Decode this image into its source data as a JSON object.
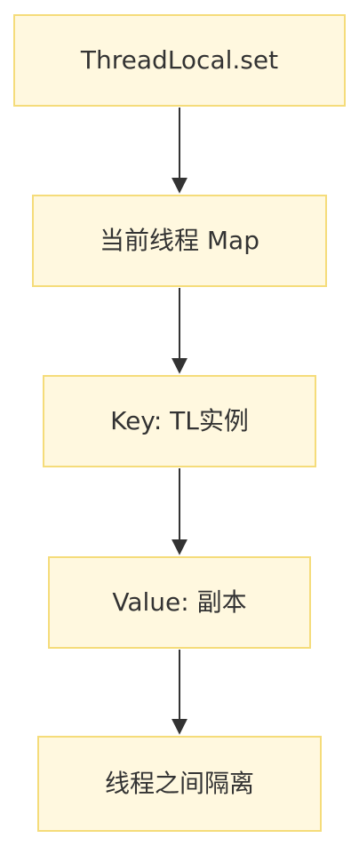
{
  "diagram": {
    "type": "flowchart",
    "direction": "top-to-bottom",
    "nodes": [
      {
        "id": "n1",
        "label": "ThreadLocal.set"
      },
      {
        "id": "n2",
        "label": "当前线程 Map"
      },
      {
        "id": "n3",
        "label": "Key: TL实例"
      },
      {
        "id": "n4",
        "label": "Value: 副本"
      },
      {
        "id": "n5",
        "label": "线程之间隔离"
      }
    ],
    "edges": [
      {
        "from": "n1",
        "to": "n2"
      },
      {
        "from": "n2",
        "to": "n3"
      },
      {
        "from": "n3",
        "to": "n4"
      },
      {
        "from": "n4",
        "to": "n5"
      }
    ],
    "colors": {
      "node_fill": "#fff8df",
      "node_border": "#f5dc7a",
      "edge": "#333333",
      "text": "#333333"
    }
  }
}
